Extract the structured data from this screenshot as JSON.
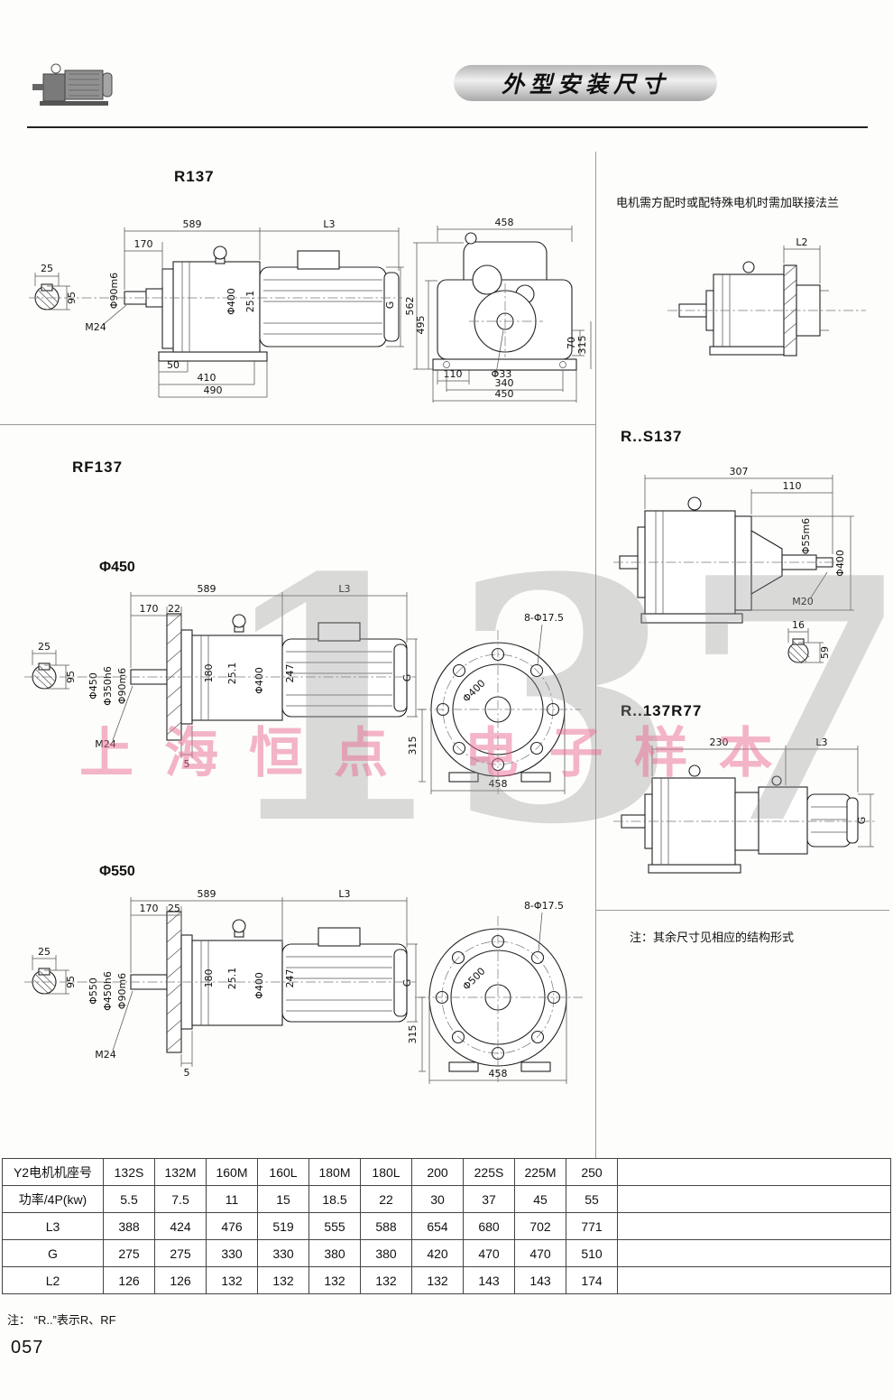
{
  "page": {
    "header_title": "外型安装尺寸",
    "page_number": "057",
    "footnote": "注： “R..”表示R、RF",
    "structure_note": "注：其余尺寸见相应的结构形式",
    "flange_note": "电机需方配时或配特殊电机时需加联接法兰",
    "watermark_number": "137",
    "watermark_text": "上海恒点 电子样本"
  },
  "sections": {
    "r137_title": "R137",
    "rf137_title": "RF137",
    "rs137_title": "R..S137",
    "r137r77_title": "R..137R77",
    "variant_450": "Φ450",
    "variant_550": "Φ550"
  },
  "drawings": {
    "r137_side": {
      "d589": "589",
      "l3": "L3",
      "d170": "170",
      "d25": "25",
      "d95": "95",
      "shaft_dia": "Φ90m6",
      "thread": "M24",
      "dia400": "Φ400",
      "d251": "25.1",
      "g": "G",
      "d50": "50",
      "d410": "410",
      "d490": "490"
    },
    "r137_front": {
      "d458": "458",
      "d562": "562",
      "d495": "495",
      "d110": "110",
      "hole": "Φ33",
      "d340": "340",
      "d450": "450",
      "d70": "70",
      "d315": "315"
    },
    "flange_view": {
      "l2": "L2"
    },
    "rs137": {
      "d307": "307",
      "d110": "110",
      "shaft_dia": "Φ55m6",
      "dia400": "Φ400",
      "thread": "M20",
      "d16": "16",
      "d59": "59"
    },
    "r137r77": {
      "d230": "230",
      "l3": "L3",
      "g": "G"
    },
    "rf450_side": {
      "d589": "589",
      "l3": "L3",
      "d170": "170",
      "d22": "22",
      "d25": "25",
      "d95": "95",
      "od": "Φ450",
      "spigot": "Φ350h6",
      "shaft_dia": "Φ90m6",
      "d180": "180",
      "d251": "25.1",
      "d247": "247",
      "dia400": "Φ400",
      "g": "G",
      "thread": "M24",
      "d5": "5"
    },
    "rf450_front": {
      "bolts": "8-Φ17.5",
      "dia": "Φ400",
      "d315": "315",
      "d458": "458"
    },
    "rf550_side": {
      "d589": "589",
      "l3": "L3",
      "d170": "170",
      "d25a": "25",
      "d25": "25",
      "d95": "95",
      "od": "Φ550",
      "spigot": "Φ450h6",
      "shaft_dia": "Φ90m6",
      "d180": "180",
      "d251": "25.1",
      "d247": "247",
      "dia400": "Φ400",
      "g": "G",
      "thread": "M24",
      "d5": "5"
    },
    "rf550_front": {
      "bolts": "8-Φ17.5",
      "dia": "Φ500",
      "d315": "315",
      "d458": "458"
    }
  },
  "table": {
    "rows": [
      {
        "label": "Y2电机机座号",
        "values": [
          "132S",
          "132M",
          "160M",
          "160L",
          "180M",
          "180L",
          "200",
          "225S",
          "225M",
          "250"
        ]
      },
      {
        "label": "功率/4P(kw)",
        "values": [
          "5.5",
          "7.5",
          "11",
          "15",
          "18.5",
          "22",
          "30",
          "37",
          "45",
          "55"
        ]
      },
      {
        "label": "L3",
        "values": [
          "388",
          "424",
          "476",
          "519",
          "555",
          "588",
          "654",
          "680",
          "702",
          "771"
        ]
      },
      {
        "label": "G",
        "values": [
          "275",
          "275",
          "330",
          "330",
          "380",
          "380",
          "420",
          "470",
          "470",
          "510"
        ]
      },
      {
        "label": "L2",
        "values": [
          "126",
          "126",
          "132",
          "132",
          "132",
          "132",
          "132",
          "143",
          "143",
          "174"
        ]
      }
    ]
  }
}
